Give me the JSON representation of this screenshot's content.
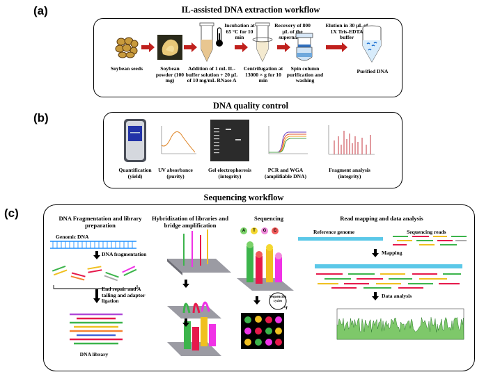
{
  "panels": {
    "a": {
      "letter": "(a)",
      "title": "IL-assisted DNA extraction workflow",
      "steps": {
        "seeds": "Soybean seeds",
        "powder": "Soybean powder (100 mg)",
        "addition": "Addition of 1 mL IL-buffer solution + 20 µL of 10 mg/mL RNase A",
        "incubation": "Incubation at 65 °C for 10 min",
        "centrifugation": "Centrifugation at 13000 × g for 10 min",
        "recovery": "Recovery of 800 µL of the supernatant",
        "spin": "Spin column purification and washing",
        "elution": "Elution in 30 µL of 1X Tris-EDTA buffer",
        "purified": "Purified DNA"
      }
    },
    "b": {
      "letter": "(b)",
      "title": "DNA quality control",
      "items": [
        {
          "label": "Quantification (yield)"
        },
        {
          "label": "UV absorbance (purity)"
        },
        {
          "label": "Gel electrophoresis (integrity)"
        },
        {
          "label": "PCR and WGA (amplifiable DNA)"
        },
        {
          "label": "Fragment analysis (integrity)"
        }
      ]
    },
    "c": {
      "letter": "(c)",
      "title": "Sequencing workflow",
      "sections": {
        "frag": "DNA Fragmentation and library preparation",
        "hybrid": "Hybridization of libraries and bridge amplification",
        "seq": "Sequencing",
        "map": "Read mapping and data analysis"
      },
      "frag_steps": {
        "genomic": "Genomic DNA",
        "fragmentation": "DNA fragmentation",
        "repair": "End repair and A tailing and adaptor ligation",
        "library": "DNA library"
      },
      "seq_cycle": "Sequencing cycles",
      "bases": [
        "A",
        "T",
        "G",
        "C"
      ],
      "map_steps": {
        "reference": "Reference genome",
        "reads": "Sequencing reads",
        "mapping": "Mapping",
        "analysis": "Data analysis"
      }
    }
  },
  "colors": {
    "arrow": "#c0201d",
    "dna": "#1e90ff",
    "reference": "#5bc8e8"
  }
}
